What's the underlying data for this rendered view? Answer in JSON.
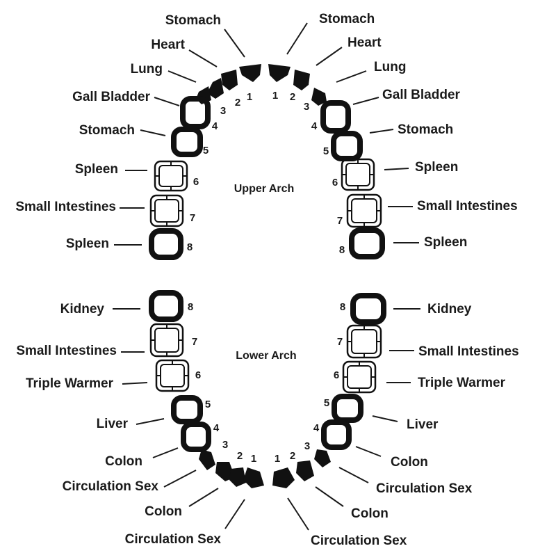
{
  "upper_arch_label": "Upper Arch",
  "lower_arch_label": "Lower Arch",
  "upper_left": [
    {
      "num": "1",
      "organ": "Stomach"
    },
    {
      "num": "2",
      "organ": "Heart"
    },
    {
      "num": "3",
      "organ": "Lung"
    },
    {
      "num": "4",
      "organ": "Gall Bladder"
    },
    {
      "num": "5",
      "organ": "Stomach"
    },
    {
      "num": "6",
      "organ": "Spleen"
    },
    {
      "num": "7",
      "organ": "Small Intestines"
    },
    {
      "num": "8",
      "organ": "Spleen"
    }
  ],
  "upper_right": [
    {
      "num": "1",
      "organ": "Stomach"
    },
    {
      "num": "2",
      "organ": "Heart"
    },
    {
      "num": "3",
      "organ": "Lung"
    },
    {
      "num": "4",
      "organ": "Gall Bladder"
    },
    {
      "num": "5",
      "organ": "Stomach"
    },
    {
      "num": "6",
      "organ": "Spleen"
    },
    {
      "num": "7",
      "organ": "Small Intestines"
    },
    {
      "num": "8",
      "organ": "Spleen"
    }
  ],
  "lower_left": [
    {
      "num": "1",
      "organ": "Circulation Sex"
    },
    {
      "num": "2",
      "organ": "Colon"
    },
    {
      "num": "3",
      "organ": "Circulation Sex"
    },
    {
      "num": "4",
      "organ": "Colon"
    },
    {
      "num": "5",
      "organ": "Liver"
    },
    {
      "num": "6",
      "organ": "Triple Warmer"
    },
    {
      "num": "7",
      "organ": "Small Intestines"
    },
    {
      "num": "8",
      "organ": "Kidney"
    }
  ],
  "lower_right": [
    {
      "num": "1",
      "organ": "Circulation Sex"
    },
    {
      "num": "2",
      "organ": "Colon"
    },
    {
      "num": "3",
      "organ": "Circulation Sex"
    },
    {
      "num": "4",
      "organ": "Colon"
    },
    {
      "num": "5",
      "organ": "Liver"
    },
    {
      "num": "6",
      "organ": "Triple Warmer"
    },
    {
      "num": "7",
      "organ": "Small Intestines"
    },
    {
      "num": "8",
      "organ": "Kidney"
    }
  ]
}
